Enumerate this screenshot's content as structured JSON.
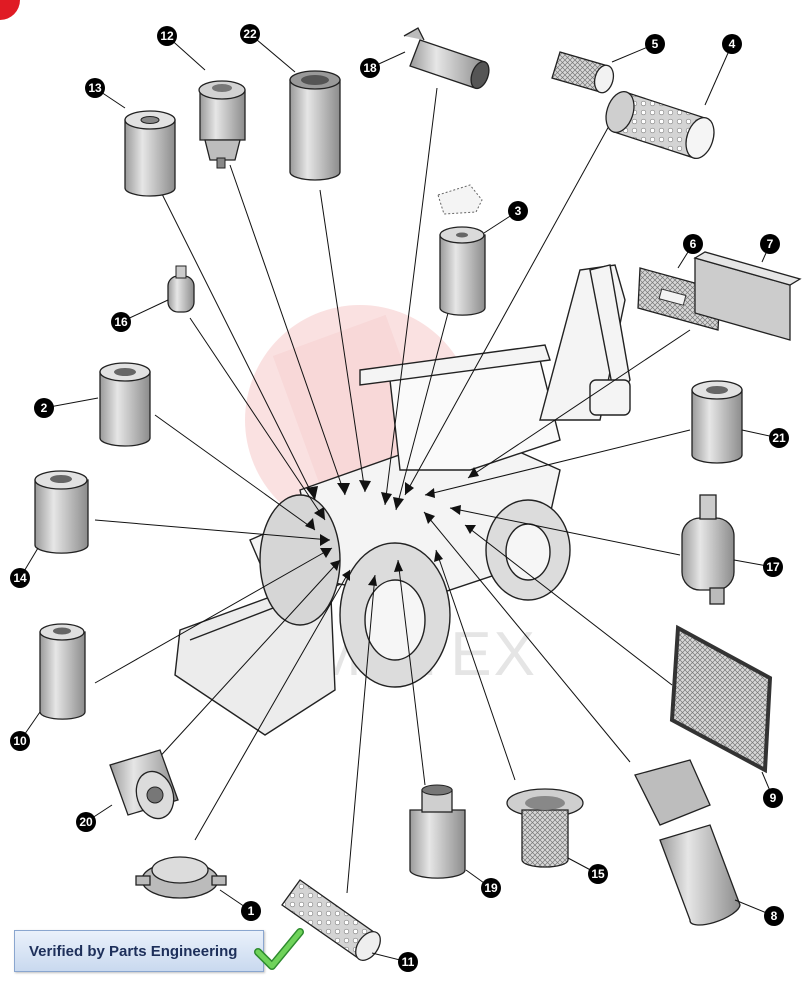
{
  "badge": {
    "label": "Verified by Parts Engineering"
  },
  "watermark": {
    "text": "MHTEX"
  },
  "callouts": [
    "1",
    "2",
    "3",
    "4",
    "5",
    "6",
    "7",
    "8",
    "9",
    "10",
    "11",
    "12",
    "13",
    "14",
    "15",
    "16",
    "17",
    "18",
    "19",
    "20",
    "21",
    "22"
  ],
  "colors": {
    "callout_fill": "#000000",
    "watermark_red": "#f2b8b8",
    "part_grey": "#c8c8c8",
    "badge_text": "#1d2f5a",
    "check_green": "#5cc24a"
  },
  "icons": {
    "check": "green-check-icon",
    "corner": "red-corner-badge-icon"
  }
}
